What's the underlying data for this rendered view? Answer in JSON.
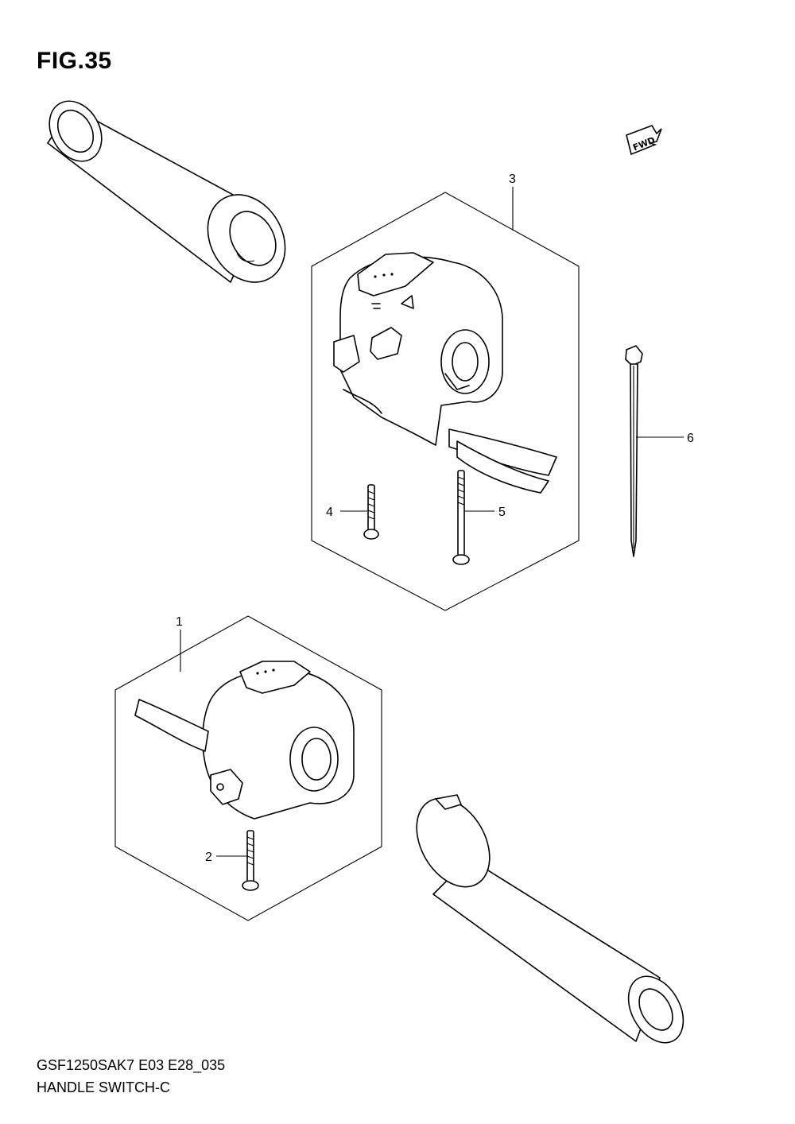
{
  "figure": {
    "title": "FIG.35",
    "model_code": "GSF1250SAK7 E03 E28_035",
    "section_name": "HANDLE SWITCH-C"
  },
  "fwd_badge": {
    "label": "FWD"
  },
  "callouts": [
    "1",
    "2",
    "3",
    "4",
    "5",
    "6"
  ],
  "parts": [
    {
      "ref": "1",
      "icon": "left-handle-switch-assembly"
    },
    {
      "ref": "2",
      "icon": "screw"
    },
    {
      "ref": "3",
      "icon": "right-handle-switch-assembly"
    },
    {
      "ref": "4",
      "icon": "short-screw"
    },
    {
      "ref": "5",
      "icon": "long-screw"
    },
    {
      "ref": "6",
      "icon": "cable-tie"
    }
  ]
}
